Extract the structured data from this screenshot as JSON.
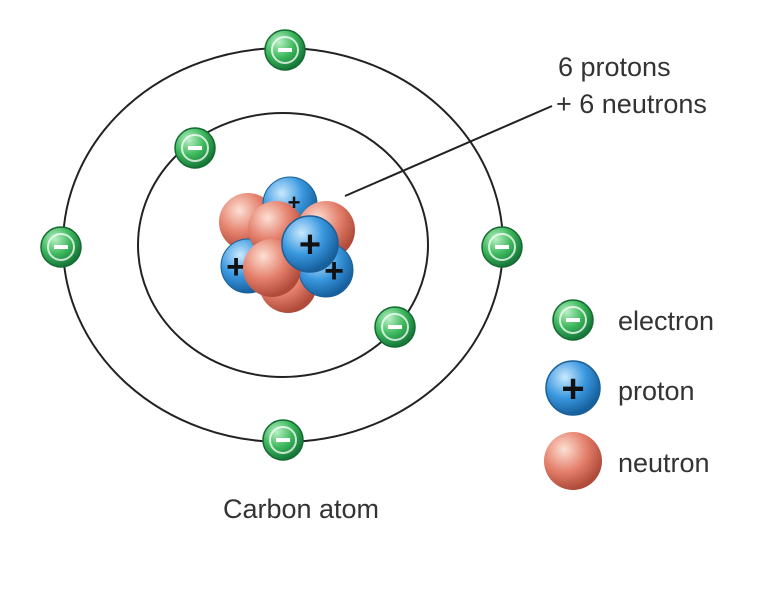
{
  "annotation": {
    "line1": "6 protons",
    "line2": "+ 6 neutrons"
  },
  "caption": "Carbon atom",
  "legend": {
    "electron": "electron",
    "proton": "proton",
    "neutron": "neutron"
  },
  "symbols": {
    "electron": "−",
    "proton": "+"
  },
  "colors": {
    "electron": "#2fa84f",
    "proton": "#3a8fd6",
    "neutron": "#e07a68",
    "orbit": "#222222",
    "text": "#333333"
  }
}
